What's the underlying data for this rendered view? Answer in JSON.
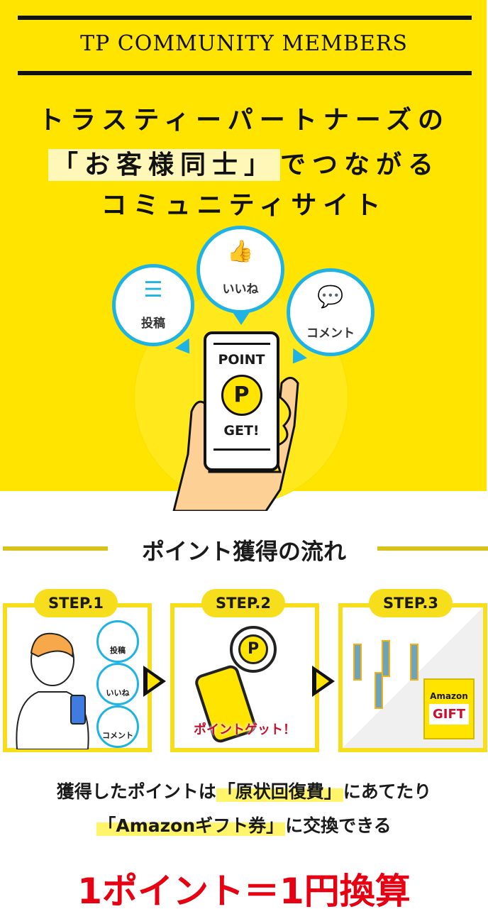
{
  "header": {
    "title": "TP COMMUNITY MEMBERS",
    "line1": "トラスティーパートナーズの",
    "line2_highlight": "「お客様同士」",
    "line2_rest": "でつながる",
    "line3": "コミュニティサイト"
  },
  "hero": {
    "bubbles": [
      {
        "label": "投稿",
        "icon": "post-icon"
      },
      {
        "label": "いいね",
        "icon": "thumbs-up-icon"
      },
      {
        "label": "コメント",
        "icon": "comment-icon"
      }
    ],
    "phone_top": "POINT",
    "phone_coin": "P",
    "phone_bottom": "GET!"
  },
  "flow": {
    "heading": "ポイント獲得の流れ",
    "steps": [
      {
        "label": "STEP.1",
        "bubbles": [
          "投稿",
          "いいね",
          "コメント"
        ]
      },
      {
        "label": "STEP.2",
        "coin": "P",
        "caption": "ポイントゲット！"
      },
      {
        "label": "STEP.3",
        "card_brand": "Amazon",
        "card_text": "GIFT"
      }
    ]
  },
  "summary": {
    "pre1": "獲得したポイントは",
    "hl1": "「原状回復費」",
    "post1": "にあてたり",
    "hl2": "「Amazonギフト券」",
    "post2": "に交換できる"
  },
  "conversion": "1ポイント＝1円換算",
  "colors": {
    "yellow": "#ffe400",
    "blue": "#1fb3e5",
    "red": "#e60012"
  }
}
